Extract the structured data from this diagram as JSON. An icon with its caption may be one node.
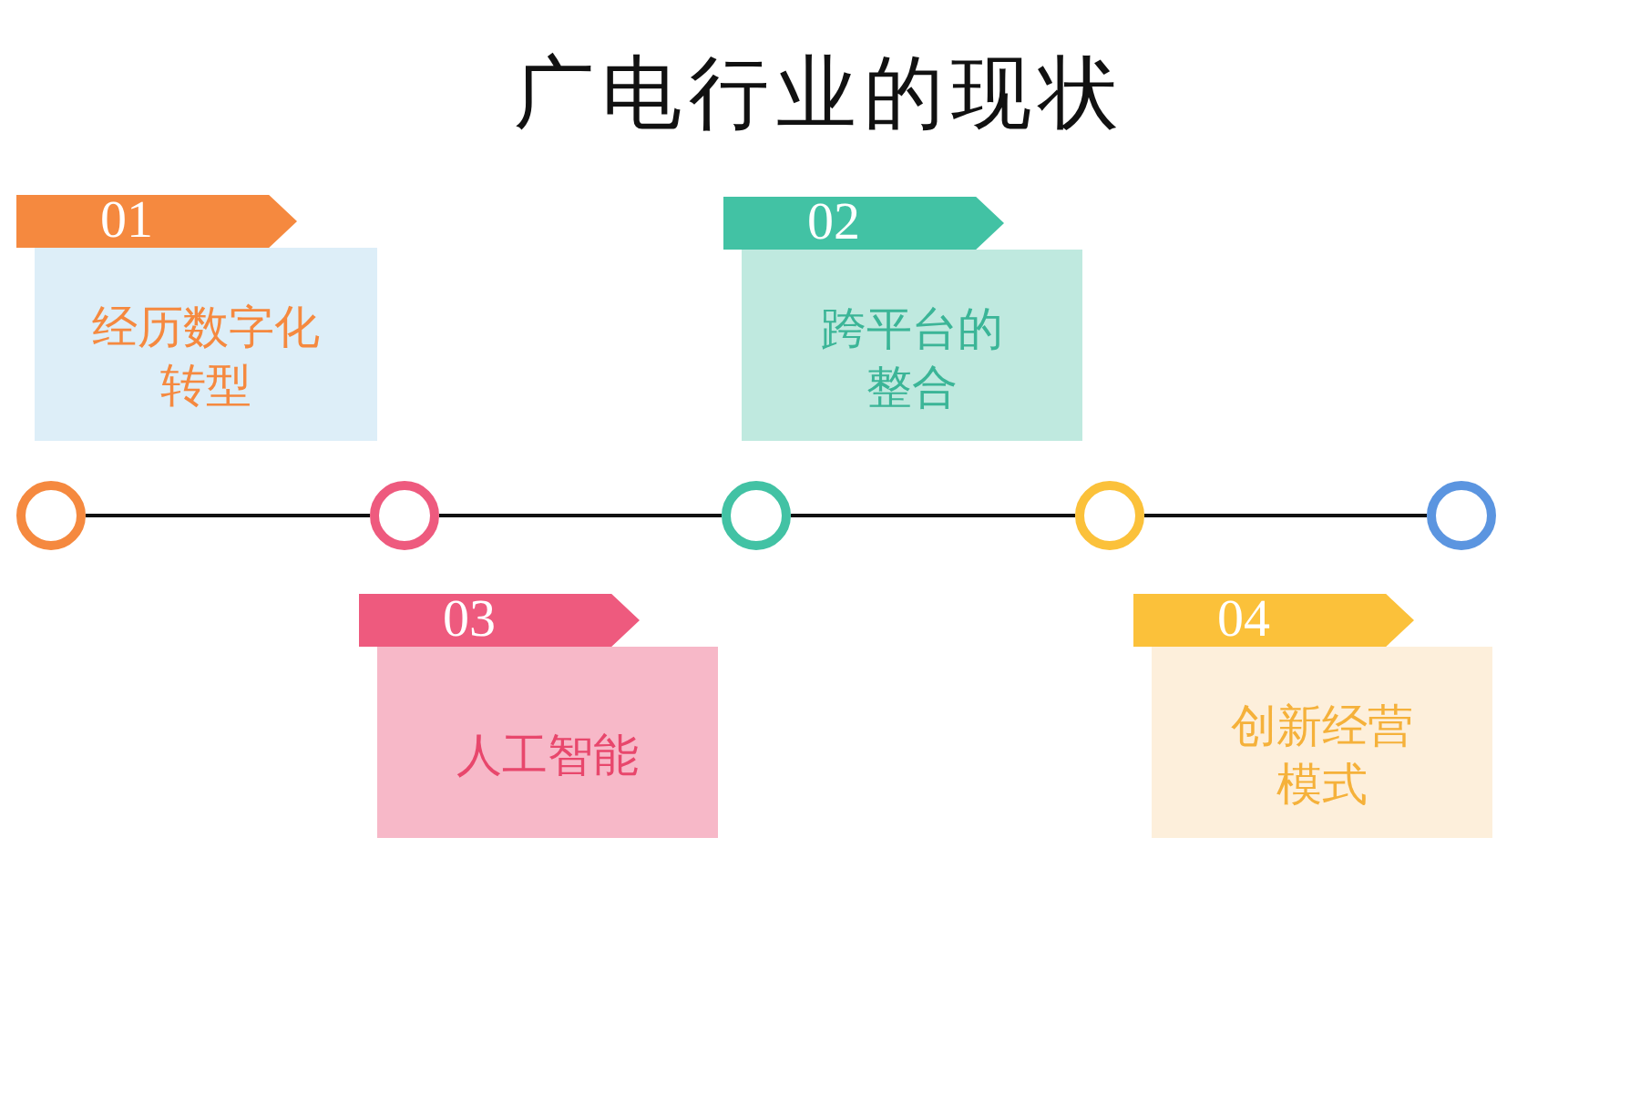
{
  "diagram": {
    "title": "广电行业的现状",
    "nodes": [
      {
        "text": [
          "01",
          "经历数字化转型"
        ]
      },
      {
        "text": [
          "02",
          "跨平台的整合"
        ]
      },
      {
        "text": [
          "03",
          "人工智能"
        ]
      },
      {
        "text": [
          "04",
          "创新经营模式"
        ]
      },
      {
        "text": [],
        "shape": "circle"
      },
      {
        "text": [],
        "shape": "circle"
      },
      {
        "text": [],
        "shape": "circle"
      },
      {
        "text": [],
        "shape": "circle"
      },
      {
        "text": [],
        "shape": "circle"
      }
    ],
    "edges": [
      {
        "from": 4,
        "to": 5,
        "arrow": "none"
      },
      {
        "from": 5,
        "to": 6,
        "arrow": "none"
      },
      {
        "from": 6,
        "to": 7,
        "arrow": "none"
      },
      {
        "from": 7,
        "to": 8,
        "arrow": "none"
      }
    ]
  }
}
